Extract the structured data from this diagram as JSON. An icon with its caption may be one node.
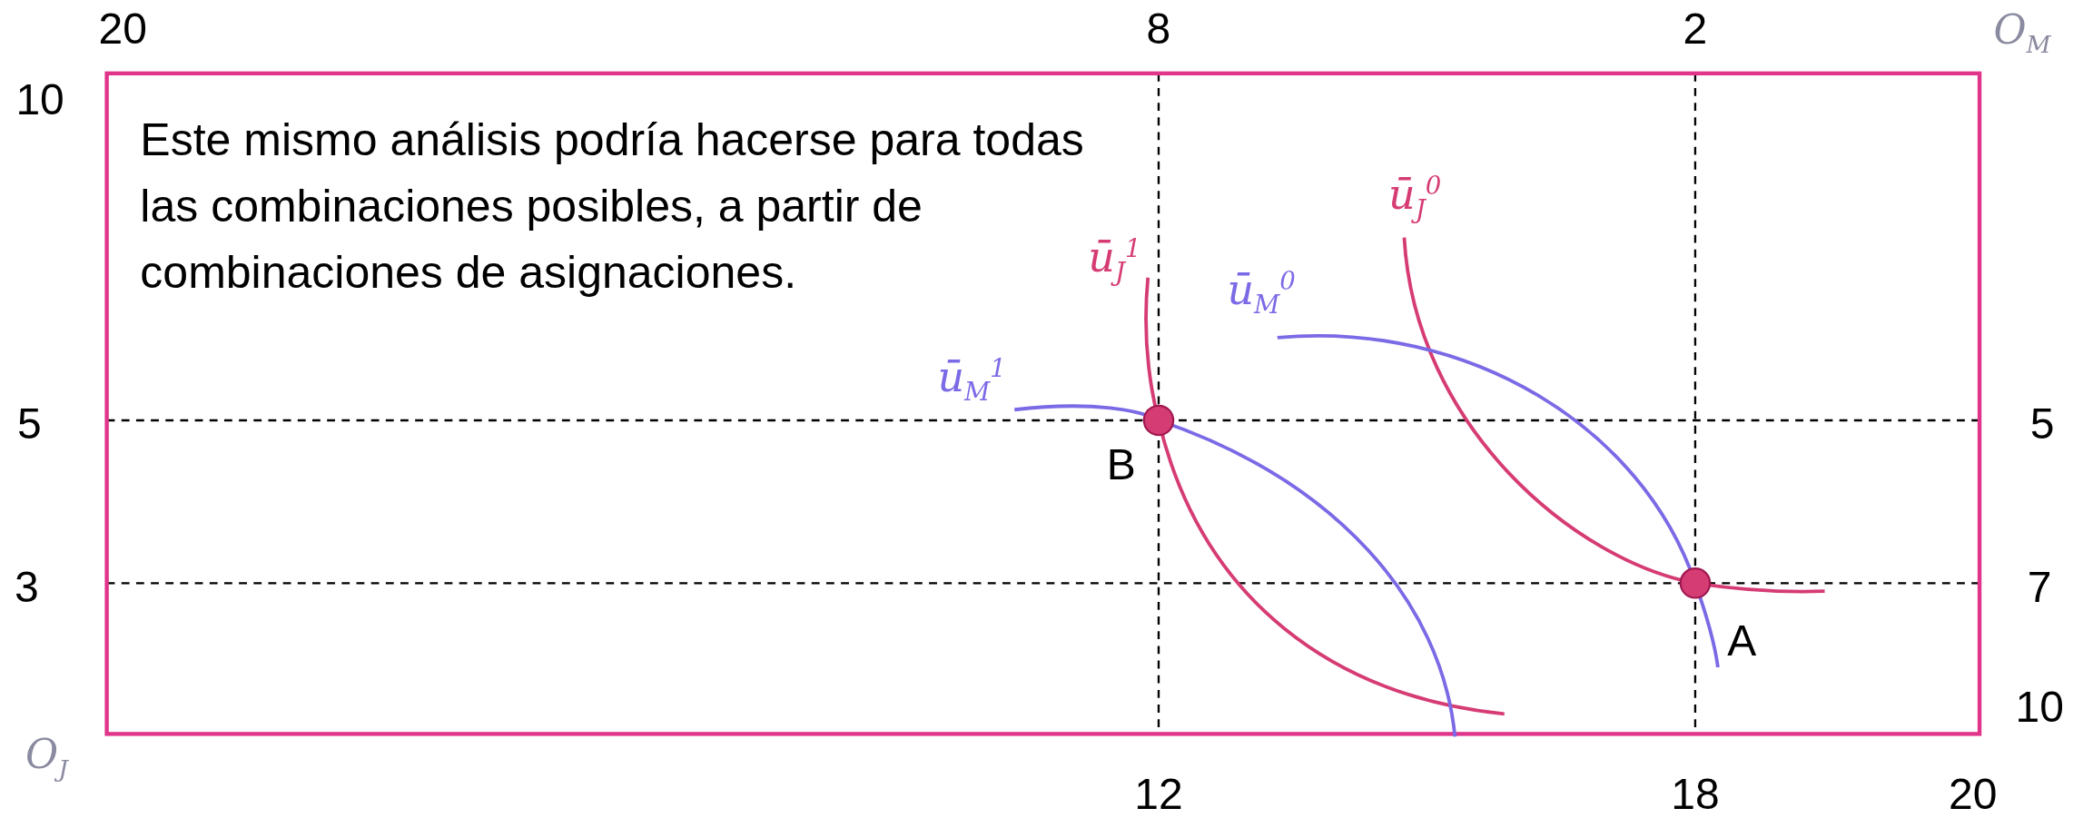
{
  "diagram": {
    "nodes": [
      {
        "text": [],
        "shape": "circle",
        "beside": [
          "B"
        ]
      },
      {
        "text": [],
        "shape": "circle",
        "beside": [
          "A"
        ]
      }
    ],
    "labels": [
      "20",
      "8",
      "2",
      "O$_{M}$",
      "10",
      "Este mismo análisis podría hacerse para todas las combinaciones posibles, a partir de combinaciones de asignaciones.",
      "ū$_{J}$$^{0}$",
      "ū$_{J}$$^{1}$",
      "ū$_{M}$$^{0}$",
      "ū$_{M}$$^{1}$",
      "5",
      "5",
      "3",
      "7",
      "10",
      "O$_{J}$",
      "12",
      "18",
      "20"
    ]
  }
}
